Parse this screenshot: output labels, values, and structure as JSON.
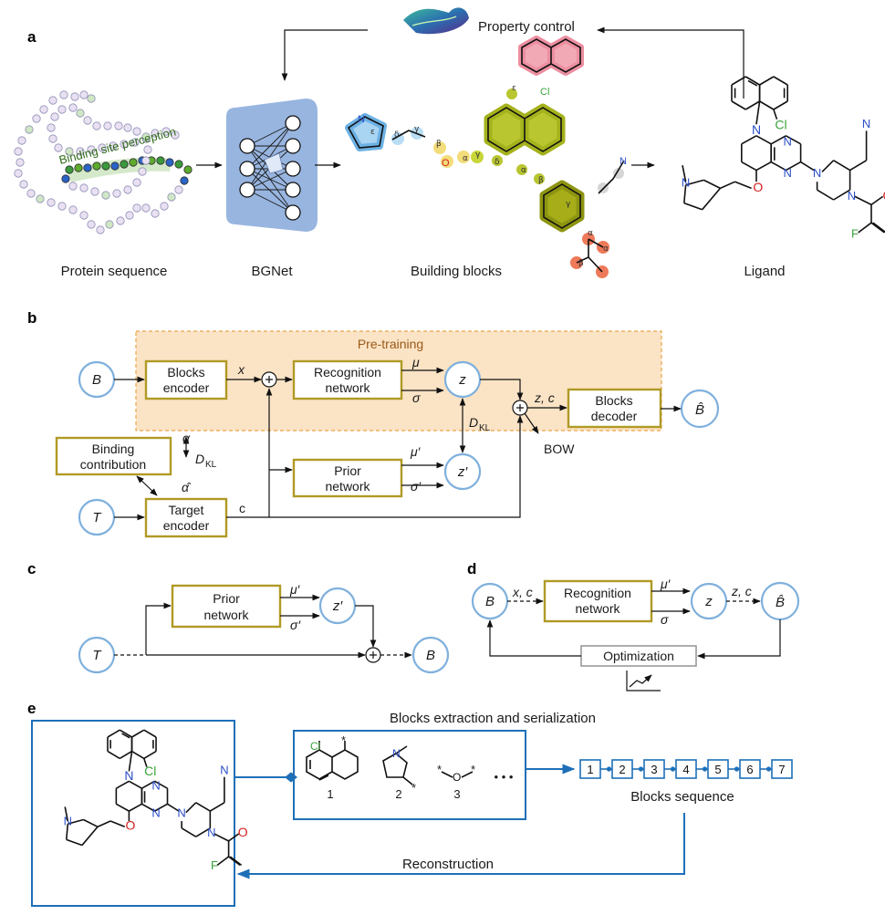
{
  "panel_a": {
    "label": "a",
    "property_control": "Property control",
    "binding_site": "Binding site perception",
    "protein_sequence": "Protein sequence",
    "bgnet": "BGNet",
    "building_blocks": "Building blocks",
    "ligand": "Ligand",
    "greek": [
      "ε",
      "δ",
      "γ",
      "β",
      "α",
      "γ",
      "δ",
      "ε",
      "α",
      "β",
      "γ",
      "α",
      "β",
      "α"
    ],
    "atoms": {
      "N": "N",
      "O": "O",
      "Cl": "Cl",
      "F": "F"
    }
  },
  "panel_b": {
    "label": "b",
    "pretraining": "Pre-training",
    "blocks_encoder": [
      "Blocks",
      "encoder"
    ],
    "recognition_network": [
      "Recognition",
      "network"
    ],
    "blocks_decoder": [
      "Blocks",
      "decoder"
    ],
    "binding_contribution": [
      "Binding",
      "contribution"
    ],
    "prior_network": [
      "Prior",
      "network"
    ],
    "target_encoder": [
      "Target",
      "encoder"
    ],
    "nodes": {
      "B": "B",
      "z": "z",
      "z_prime": "z′",
      "T": "T",
      "B_hat": "B̂"
    },
    "edges": {
      "x": "x",
      "mu": "μ",
      "sigma": "σ",
      "mu_p": "μ′",
      "sigma_p": "σ′",
      "zc": "z, c",
      "c": "c",
      "dkl": "D",
      "dkl_sub": "KL",
      "alpha": "α",
      "alpha_hat": "α̂",
      "bow": "BOW"
    }
  },
  "panel_c": {
    "label": "c",
    "prior_network": [
      "Prior",
      "network"
    ],
    "nodes": {
      "T": "T",
      "z_prime": "z′",
      "B": "B"
    },
    "edges": {
      "mu_p": "μ′",
      "sigma_p": "σ′"
    }
  },
  "panel_d": {
    "label": "d",
    "recognition_network": [
      "Recognition",
      "network"
    ],
    "optimization": "Optimization",
    "nodes": {
      "B": "B",
      "z": "z",
      "B_hat": "B̂"
    },
    "edges": {
      "xc": "x, c",
      "zc": "z, c",
      "mu_p": "μ′",
      "sigma": "σ"
    }
  },
  "panel_e": {
    "label": "e",
    "extraction_title": "Blocks extraction and serialization",
    "fragment_numbers": [
      "1",
      "2",
      "3"
    ],
    "ellipsis": "• • •",
    "sequence": [
      "1",
      "2",
      "3",
      "4",
      "5",
      "6",
      "7"
    ],
    "blocks_sequence": "Blocks sequence",
    "reconstruction": "Reconstruction",
    "star": "*"
  },
  "colors": {
    "box_border": "#b09a25",
    "node_border": "#7fb0dd",
    "pretrain_fill": "#fbe3c5",
    "pretrain_border": "#e8a64a",
    "pretrain_text": "#9a5a18",
    "blue": "#1e6fb8",
    "n_blue": "#2b4fc7",
    "o_red": "#d32020",
    "cl_green": "#3aa23a"
  }
}
